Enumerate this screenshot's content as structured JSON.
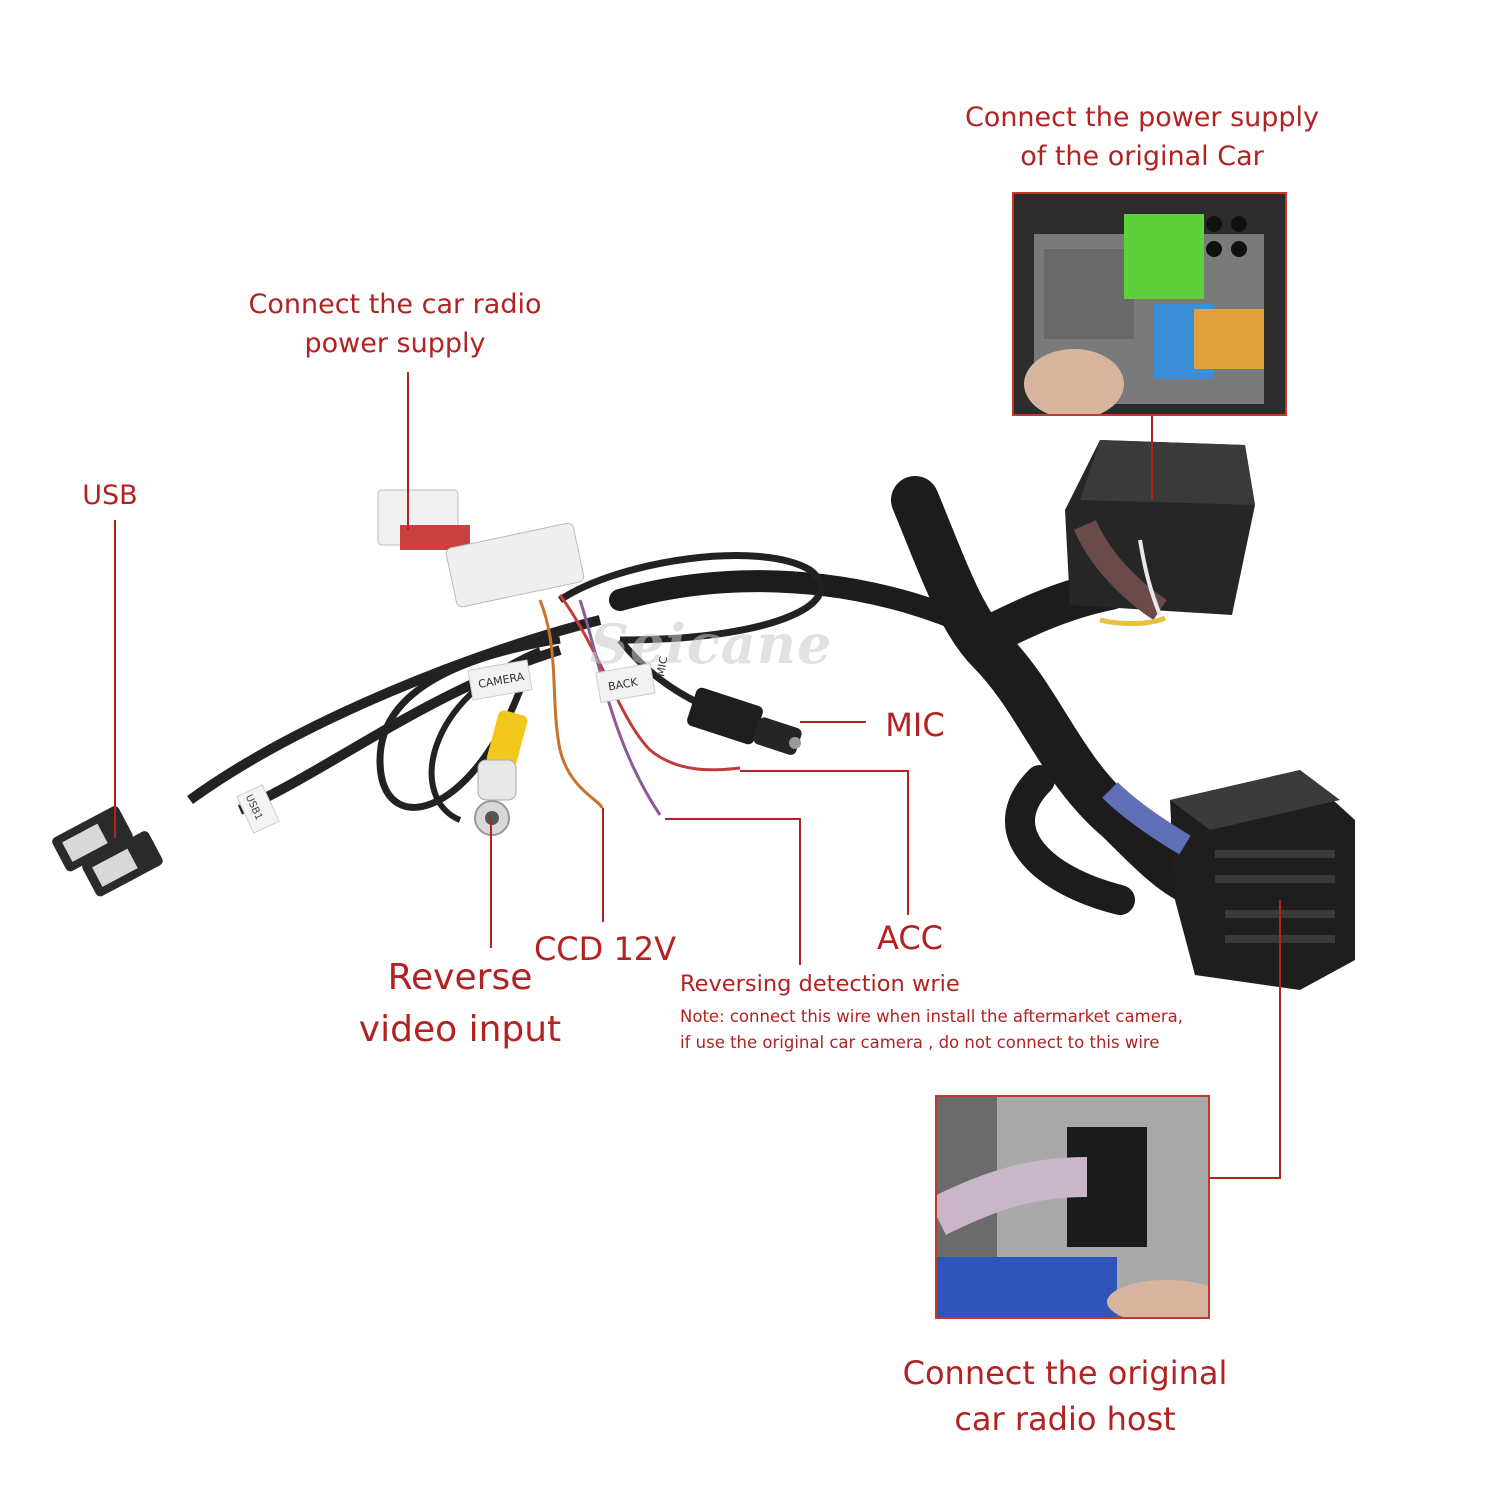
{
  "watermark": "Seicane",
  "labels": {
    "power_original_car": [
      "Connect the power supply",
      "of the original Car"
    ],
    "radio_power": [
      "Connect the car radio",
      "power supply"
    ],
    "usb": "USB",
    "mic": "MIC",
    "acc": "ACC",
    "ccd": "CCD 12V",
    "reverse_video": [
      "Reverse",
      "video input"
    ],
    "reversing_detection": "Reversing detection wrie",
    "note_lines": [
      "Note: connect this wire when install the aftermarket camera,",
      "if use the original car camera , do not connect to this wire"
    ],
    "original_host": [
      "Connect the original",
      "car radio host"
    ]
  },
  "tags": {
    "camera": "CAMERA",
    "back": "BACK",
    "usb_tag": "USB1",
    "mic_tag": "MIC"
  },
  "colors": {
    "label_red": "#b22222",
    "harness": "#1c1c1c",
    "rca_yellow": "#f2c81e",
    "wire_orange": "#c9722c",
    "wire_red": "#c23b3b",
    "pin_green": "#5fcf3a",
    "pin_blue": "#3a8fd8",
    "pin_orange": "#e0a23a"
  }
}
